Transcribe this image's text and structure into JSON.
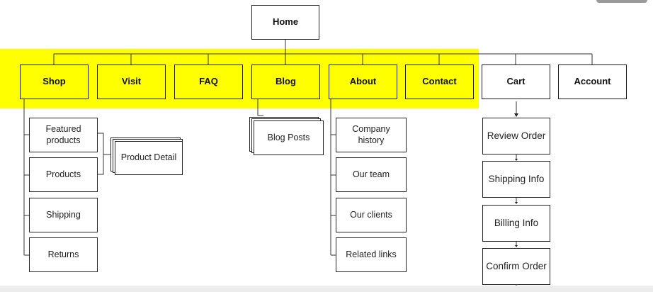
{
  "home": {
    "label": "Home"
  },
  "nav": [
    {
      "label": "Shop"
    },
    {
      "label": "Visit"
    },
    {
      "label": "FAQ"
    },
    {
      "label": "Blog"
    },
    {
      "label": "About"
    },
    {
      "label": "Contact"
    },
    {
      "label": "Cart"
    },
    {
      "label": "Account"
    }
  ],
  "shop_children": [
    {
      "label": "Featured products"
    },
    {
      "label": "Products"
    },
    {
      "label": "Shipping"
    },
    {
      "label": "Returns"
    }
  ],
  "product_detail": {
    "label": "Product Detail"
  },
  "blog_posts": {
    "label": "Blog Posts"
  },
  "about_children": [
    {
      "label": "Company history"
    },
    {
      "label": "Our team"
    },
    {
      "label": "Our clients"
    },
    {
      "label": "Related links"
    }
  ],
  "cart_flow": [
    {
      "label": "Review Order"
    },
    {
      "label": "Shipping Info"
    },
    {
      "label": "Billing Info"
    },
    {
      "label": "Confirm Order"
    }
  ],
  "colors": {
    "highlight": "#ffff00",
    "line": "#222222"
  }
}
